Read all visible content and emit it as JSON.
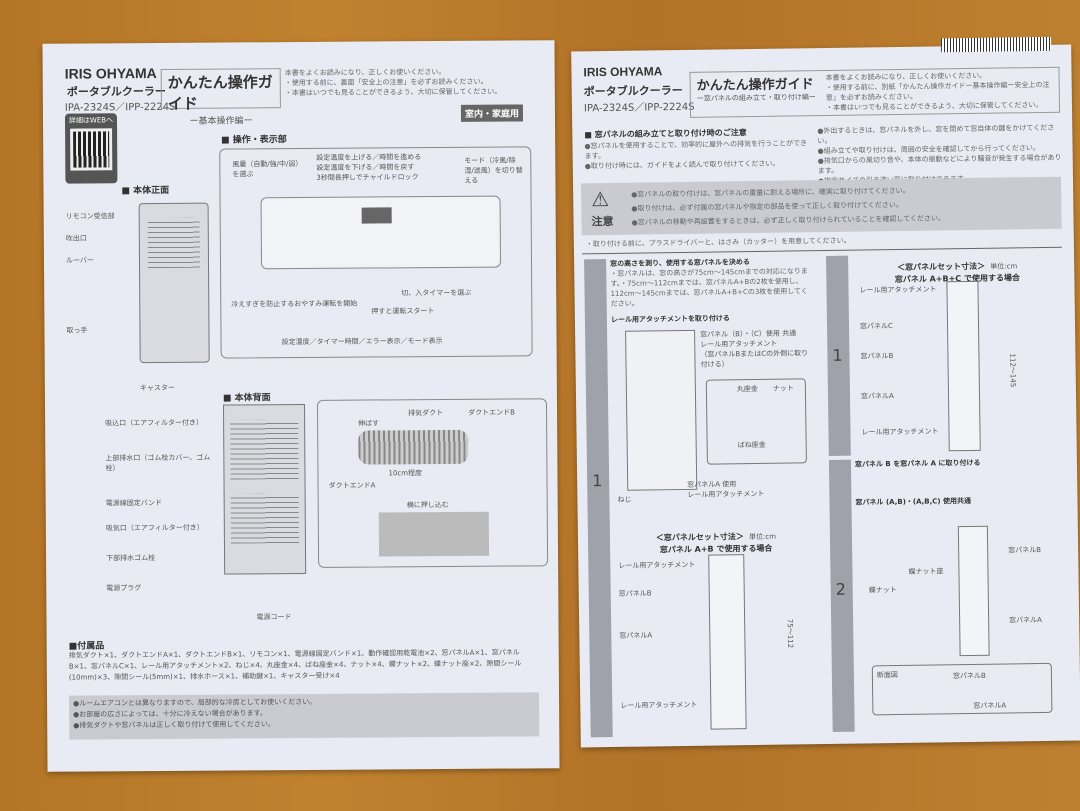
{
  "left": {
    "brand": "IRIS OHYAMA",
    "product": "ポータブルクーラー",
    "model": "IPA-2324S／IPP-2224S",
    "guide_title": "かんたん操作ガイド",
    "guide_subtitle": "ー基本操作編ー",
    "guide_notes": [
      "本書をよくお読みになり、正しくお使いください。",
      "・使用する前に、裏面「安全上の注意」を必ずお読みください。",
      "・本書はいつでも見ることができるよう、大切に保管してください。"
    ],
    "web_label": "詳細はWEBへ",
    "usage_tag": "室内・家庭用",
    "section_control": "■ 操作・表示部",
    "section_front": "■ 本体正面",
    "section_back": "■ 本体背面",
    "front_labels": [
      "リモコン受信部",
      "吹出口",
      "ルーバー",
      "取っ手",
      "キャスター"
    ],
    "control_labels": [
      "風量（自動/強/中/弱）を選ぶ",
      "設定温度を上げる／時間を進める",
      "設定温度を下げる／時間を戻す",
      "3秒間長押しでチャイルドロック",
      "モード（冷風/除湿/送風）を切り替える",
      "冷えすぎを防止するおやすみ運転を開始",
      "切、入タイマーを選ぶ",
      "押すと運転スタート",
      "設定温度／タイマー時間／エラー表示／モード表示"
    ],
    "back_labels": [
      "吸込口（エアフィルター付き）",
      "上部排水口（ゴム栓カバー、ゴム栓）",
      "電源線固定バンド",
      "吸気口（エアフィルター付き）",
      "下部排水ゴム栓",
      "電源プラグ",
      "電源コード"
    ],
    "duct_labels": [
      "排気ダクト",
      "ダクトエンドB",
      "ダクトエンドA",
      "伸ばす",
      "10cm程度",
      "横に押し込む"
    ],
    "accessories_title": "■付属品",
    "accessories": "排気ダクト×1、ダクトエンドA×1、ダクトエンドB×1、リモコン×1、電源線固定バンド×1、動作確認用乾電池×2、窓パネルA×1、窓パネルB×1、窓パネルC×1、レール用アタッチメント×2、ねじ×4、丸座金×4、ばね座金×4、ナット×4、蝶ナット×2、蝶ナット座×2、隙間シール(10mm)×3、隙間シール(5mm)×1、排水ホース×1、補助鍵×1、キャスター受け×4",
    "cautions": [
      "●ルームエアコンとは異なりますので、局部的な冷房としてお使いください。",
      "●お部屋の広さによっては、十分に冷えない場合があります。",
      "●排気ダクトや窓パネルは正しく取り付けて使用してください。"
    ]
  },
  "right": {
    "brand": "IRIS OHYAMA",
    "product": "ポータブルクーラー",
    "model": "IPA-2324S／IPP-2224S",
    "guide_title": "かんたん操作ガイド",
    "guide_subtitle": "ー窓パネルの組み立て・取り付け編ー",
    "guide_notes": [
      "本書をよくお読みになり、正しくお使いください。",
      "・使用する前に、別紙「かんたん操作ガイドー基本操作編ー安全上の注意」を必ずお読みください。",
      "・本書はいつでも見ることができるよう、大切に保管してください。"
    ],
    "section_title": "■ 窓パネルの組み立てと取り付け時のご注意",
    "notes_left": [
      "●窓パネルを使用することで、効率的に屋外への排気を行うことができます。",
      "●取り付け時には、ガイドをよく読んで取り付けてください。"
    ],
    "notes_right": [
      "●外出するときは、窓パネルを外し、窓を閉めて窓自体の鍵をかけてください。",
      "●組み立てや取り付けは、周囲の安全を確認してから行ってください。",
      "●排気口からの風切り音や、本体の振動などにより騒音が発生する場合があります。",
      "●指定サイズの引き違い窓に取り付けできます。"
    ],
    "caution_label": "注意",
    "caution_items": [
      "●窓パネルの取り付けは、窓パネルの重量に耐える場所に、確実に取り付けてください。",
      "●取り付けは、必ず付属の窓パネルや指定の部品を使って正しく取り付けてください。",
      "●窓パネルの移動や再設置をするときは、必ず正しく取り付けられていることを確認してください。"
    ],
    "tools_note": "・取り付ける前に、プラスドライバーと、はさみ（カッター）を用意してください。",
    "step1_title": "窓の高さを測り、使用する窓パネルを決める",
    "step1_text": "・窓パネルは、窓の高さが75cm〜145cmまでの対応になります。・75cm〜112cmまでは、窓パネルA+Bの2枚を使用し、112cm〜145cmまでは、窓パネルA+B+Cの3枚を使用してください。",
    "rail_title": "レール用アタッチメントを取り付ける",
    "rail_labels": [
      "窓パネル（B）・（C）使用 共通",
      "レール用アタッチメント",
      "（窓パネルBまたはCの外側に取り付ける）",
      "ねじ",
      "丸座金",
      "ナット",
      "ばね座金",
      "窓パネルA 使用",
      "レール用アタッチメント"
    ],
    "set_title": "＜窓パネルセット寸法＞",
    "unit": "単位:cm",
    "ab_title": "窓パネル A+B で使用する場合",
    "ab_range": "75〜112",
    "abc_title": "窓パネル A+B+C で使用する場合",
    "abc_range": "112〜145",
    "panel_labels": [
      "レール用アタッチメント",
      "窓パネルC",
      "窓パネルB",
      "窓パネルA",
      "レール用アタッチメント"
    ],
    "step2_title": "窓パネル B を窓パネル A に取り付ける",
    "step2_sub": "窓パネル (A,B)・(A,B,C) 使用共通",
    "step2_labels": [
      "蝶ナット座",
      "蝶ナット",
      "窓パネルB",
      "窓パネルA",
      "断面図"
    ],
    "steps": [
      "1",
      "1",
      "2"
    ],
    "gap": "40"
  }
}
